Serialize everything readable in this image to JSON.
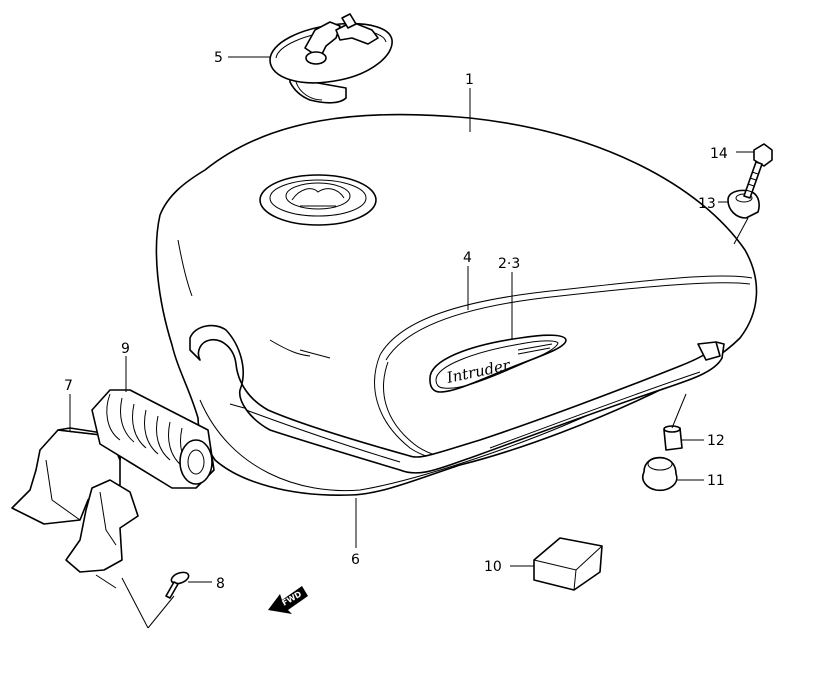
{
  "callouts": {
    "c1": "1",
    "c23": "2·3",
    "c4": "4",
    "c5": "5",
    "c6": "6",
    "c7": "7",
    "c8": "8",
    "c9": "9",
    "c10": "10",
    "c11": "11",
    "c12": "12",
    "c13": "13",
    "c14": "14"
  },
  "emblem_text": "Intruder",
  "fwd_label": "FWD"
}
